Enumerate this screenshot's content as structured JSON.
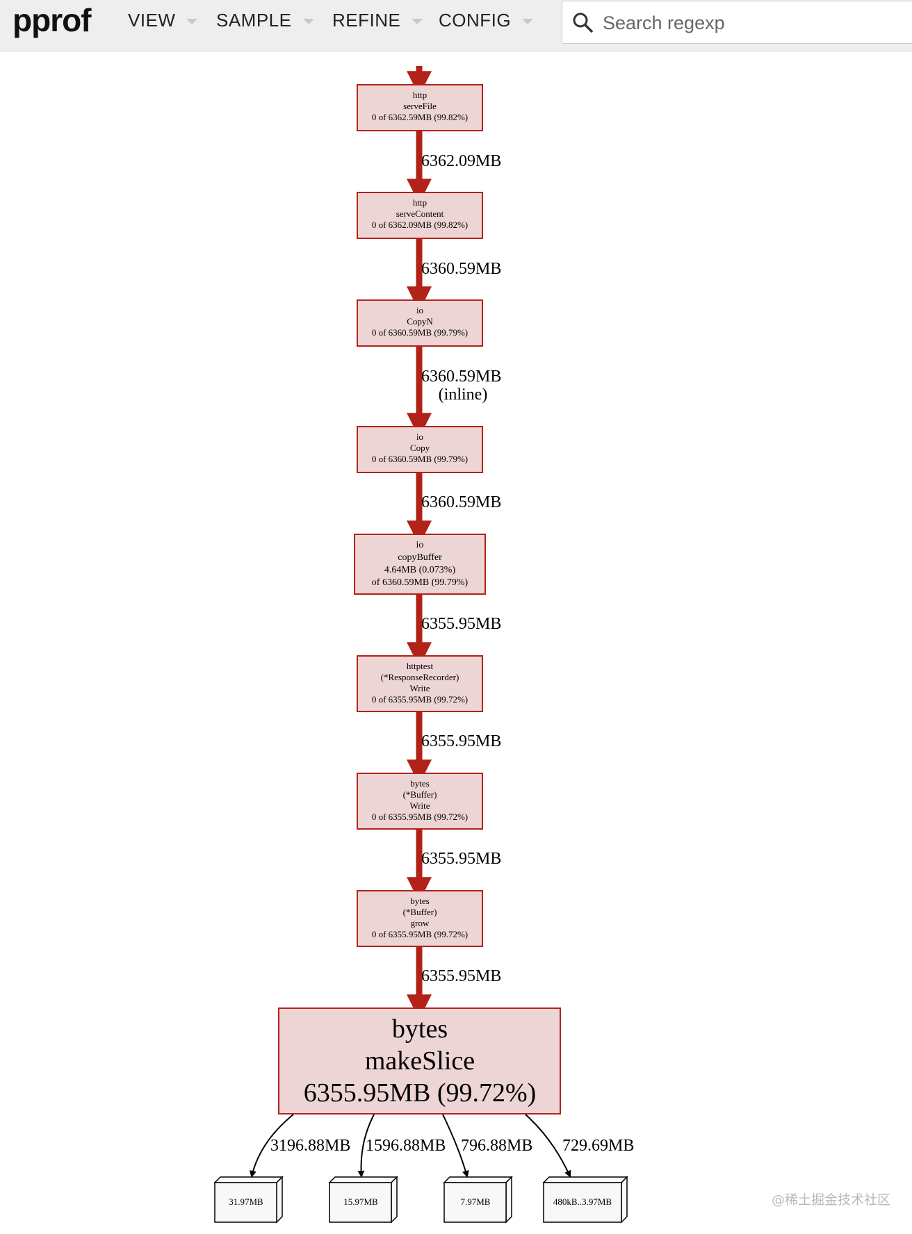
{
  "app": {
    "logo": "pprof"
  },
  "menu": [
    {
      "label": "VIEW"
    },
    {
      "label": "SAMPLE"
    },
    {
      "label": "REFINE"
    },
    {
      "label": "CONFIG"
    }
  ],
  "search": {
    "placeholder": "Search regexp"
  },
  "graph": {
    "colors": {
      "edge": "#b22218",
      "node_fill": "#edd5d5",
      "node_border": "#b22218"
    },
    "nodes": [
      {
        "lines": [
          "http",
          "serveFile",
          "0 of 6362.59MB (99.82%)"
        ]
      },
      {
        "lines": [
          "http",
          "serveContent",
          "0 of 6362.09MB (99.82%)"
        ]
      },
      {
        "lines": [
          "io",
          "CopyN",
          "0 of 6360.59MB (99.79%)"
        ]
      },
      {
        "lines": [
          "io",
          "Copy",
          "0 of 6360.59MB (99.79%)"
        ]
      },
      {
        "lines": [
          "io",
          "copyBuffer",
          "4.64MB (0.073%)",
          "of 6360.59MB (99.79%)"
        ]
      },
      {
        "lines": [
          "httptest",
          "(*ResponseRecorder)",
          "Write",
          "0 of 6355.95MB (99.72%)"
        ]
      },
      {
        "lines": [
          "bytes",
          "(*Buffer)",
          "Write",
          "0 of 6355.95MB (99.72%)"
        ]
      },
      {
        "lines": [
          "bytes",
          "(*Buffer)",
          "grow",
          "0 of 6355.95MB (99.72%)"
        ]
      },
      {
        "lines": [
          "bytes",
          "makeSlice",
          "6355.95MB (99.72%)"
        ]
      }
    ],
    "edges": [
      {
        "lines": [
          "6362.09MB"
        ]
      },
      {
        "lines": [
          "6360.59MB"
        ]
      },
      {
        "lines": [
          "6360.59MB",
          "(inline)"
        ]
      },
      {
        "lines": [
          "6360.59MB"
        ]
      },
      {
        "lines": [
          "6355.95MB"
        ]
      },
      {
        "lines": [
          "6355.95MB"
        ]
      },
      {
        "lines": [
          "6355.95MB"
        ]
      },
      {
        "lines": [
          "6355.95MB"
        ]
      }
    ],
    "leaves": [
      {
        "label": "31.97MB",
        "edge": "3196.88MB"
      },
      {
        "label": "15.97MB",
        "edge": "1596.88MB"
      },
      {
        "label": "7.97MB",
        "edge": "796.88MB"
      },
      {
        "label": "480kB..3.97MB",
        "edge": "729.69MB"
      }
    ]
  },
  "watermark": "@稀土掘金技术社区"
}
